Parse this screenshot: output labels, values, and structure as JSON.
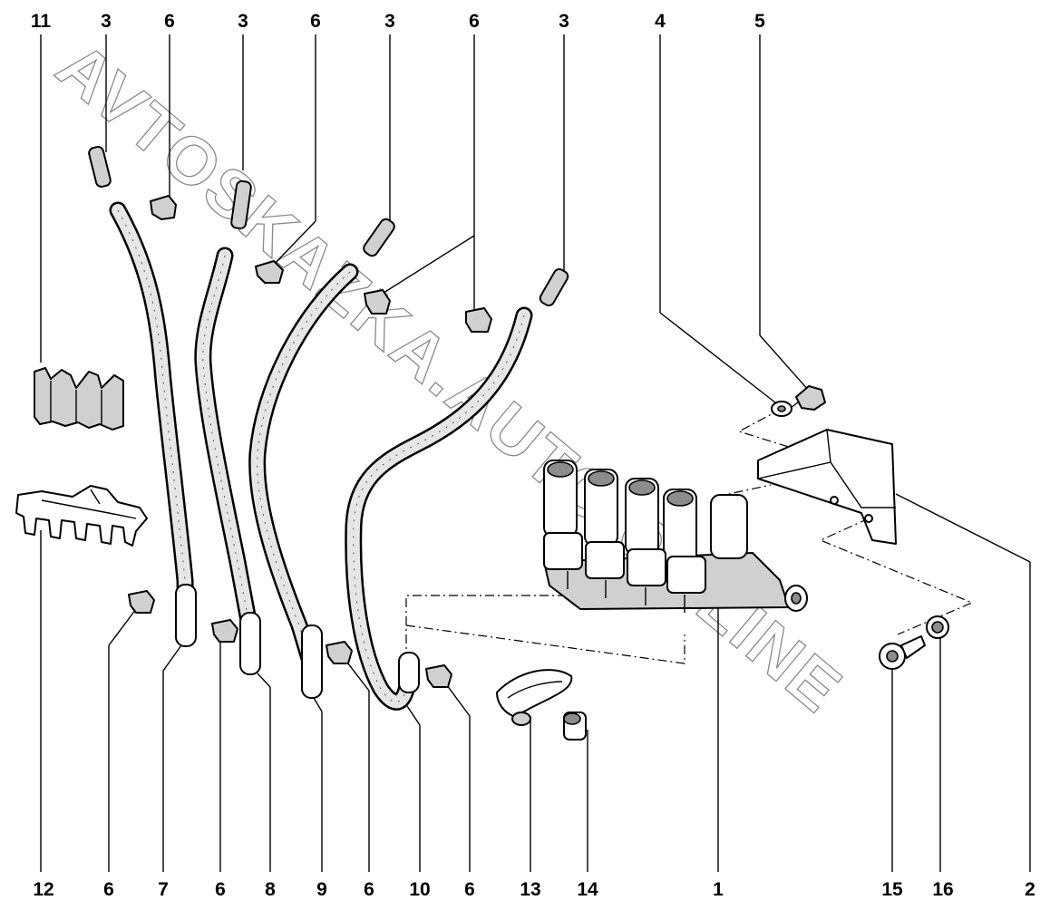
{
  "watermark": "AVTOSKAZKA.AUTO ONLINE",
  "callouts": {
    "top": [
      "11",
      "3",
      "6",
      "3",
      "6",
      "3",
      "6",
      "3",
      "4",
      "5"
    ],
    "bottom": [
      "12",
      "6",
      "7",
      "6",
      "8",
      "9",
      "6",
      "10",
      "6",
      "13",
      "14",
      "1",
      "15",
      "16",
      "2"
    ]
  }
}
